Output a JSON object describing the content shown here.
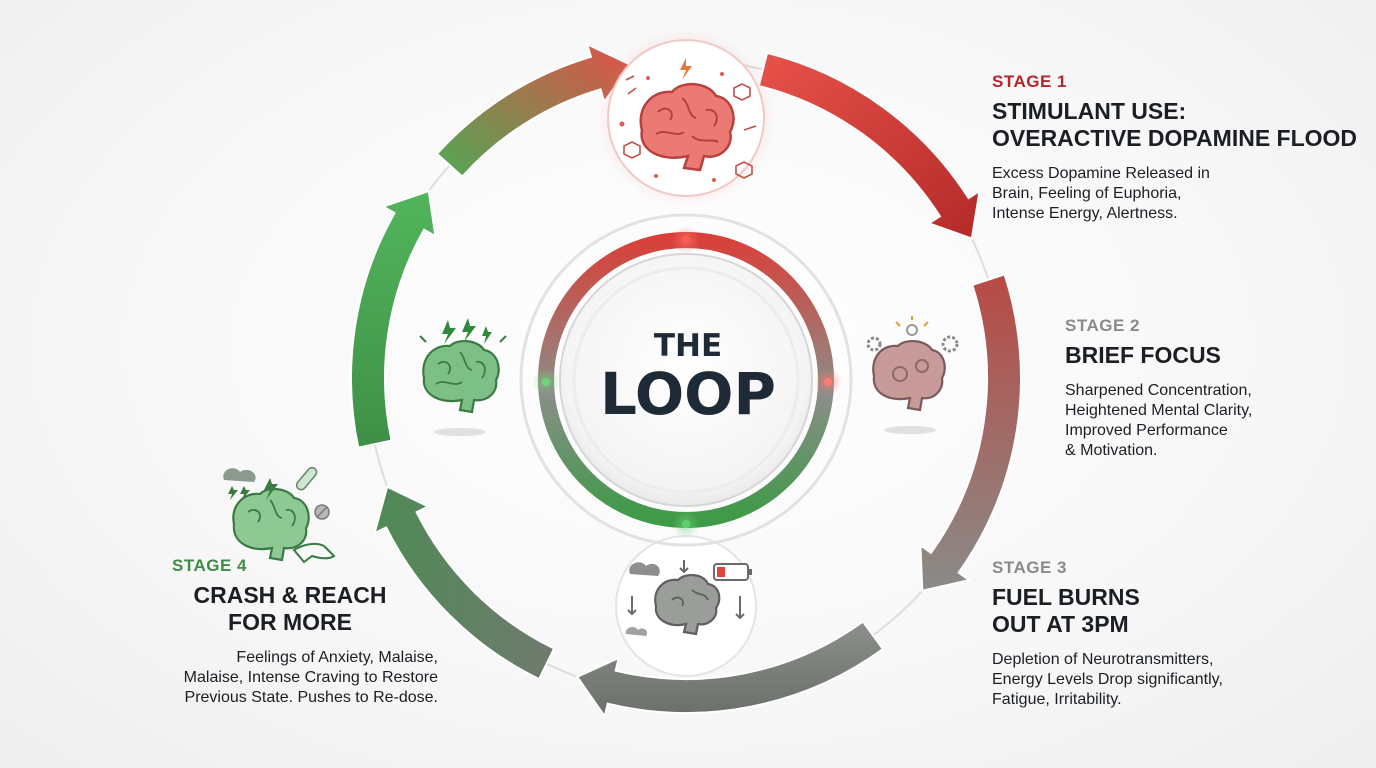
{
  "center": {
    "line1": "THE",
    "line2": "LOOP"
  },
  "stages": [
    {
      "label": "STAGE 1",
      "title": "STIMULANT USE:\nOVERACTIVE DOPAMINE FLOOD",
      "description": "Excess Dopamine Released in\nBrain, Feeling of Euphoria,\nIntense Energy, Alertness."
    },
    {
      "label": "STAGE 2",
      "title": "BRIEF FOCUS",
      "description": "Sharpened Concentration,\nHeightened Mental Clarity,\nImproved Performance\n& Motivation."
    },
    {
      "label": "STAGE 3",
      "title": "FUEL BURNS\nOUT AT 3PM",
      "description": "Depletion of Neurotransmitters,\nEnergy Levels Drop significantly,\nFatigue, Irritability."
    },
    {
      "label": "STAGE 4",
      "title": "CRASH & REACH\nFOR MORE",
      "description": "Feelings of Anxiety, Malaise,\nMalaise, Intense Craving to Restore\nPrevious State. Pushes to Re-dose."
    }
  ],
  "icons": {
    "stage1": "brain-dopamine-icon",
    "stage2": "brain-gears-icon",
    "stage3": "brain-low-battery-icon",
    "stage4": "brain-craving-icon",
    "left": "brain-lightning-icon"
  },
  "colors": {
    "red": "#d23a34",
    "gray": "#7d807c",
    "green": "#3f9a4a",
    "text": "#1b1f24"
  }
}
